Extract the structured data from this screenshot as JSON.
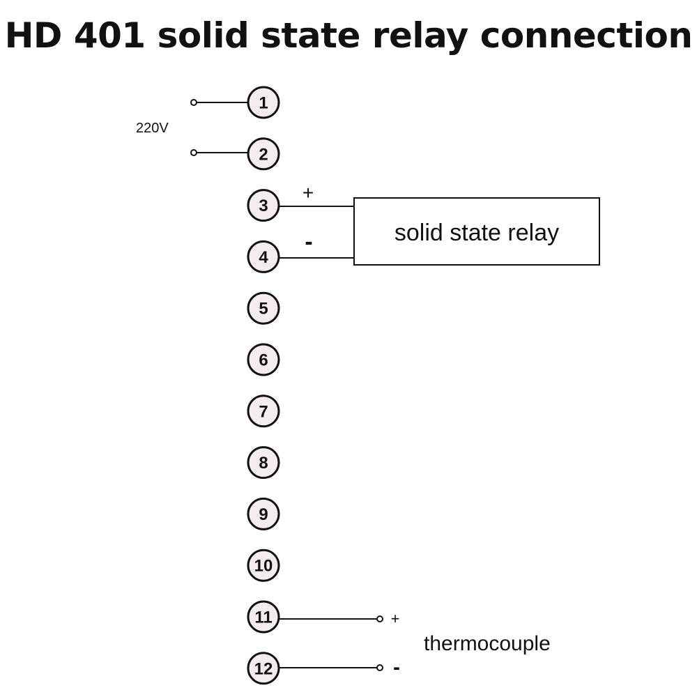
{
  "title": "HD 401 solid state relay connection",
  "terminals": [
    "1",
    "2",
    "3",
    "4",
    "5",
    "6",
    "7",
    "8",
    "9",
    "10",
    "11",
    "12"
  ],
  "power": {
    "label": "220V"
  },
  "relay": {
    "label": "solid state relay",
    "plus": "+",
    "minus": "-"
  },
  "thermocouple": {
    "label": "thermocouple",
    "plus": "+",
    "minus": "-"
  }
}
